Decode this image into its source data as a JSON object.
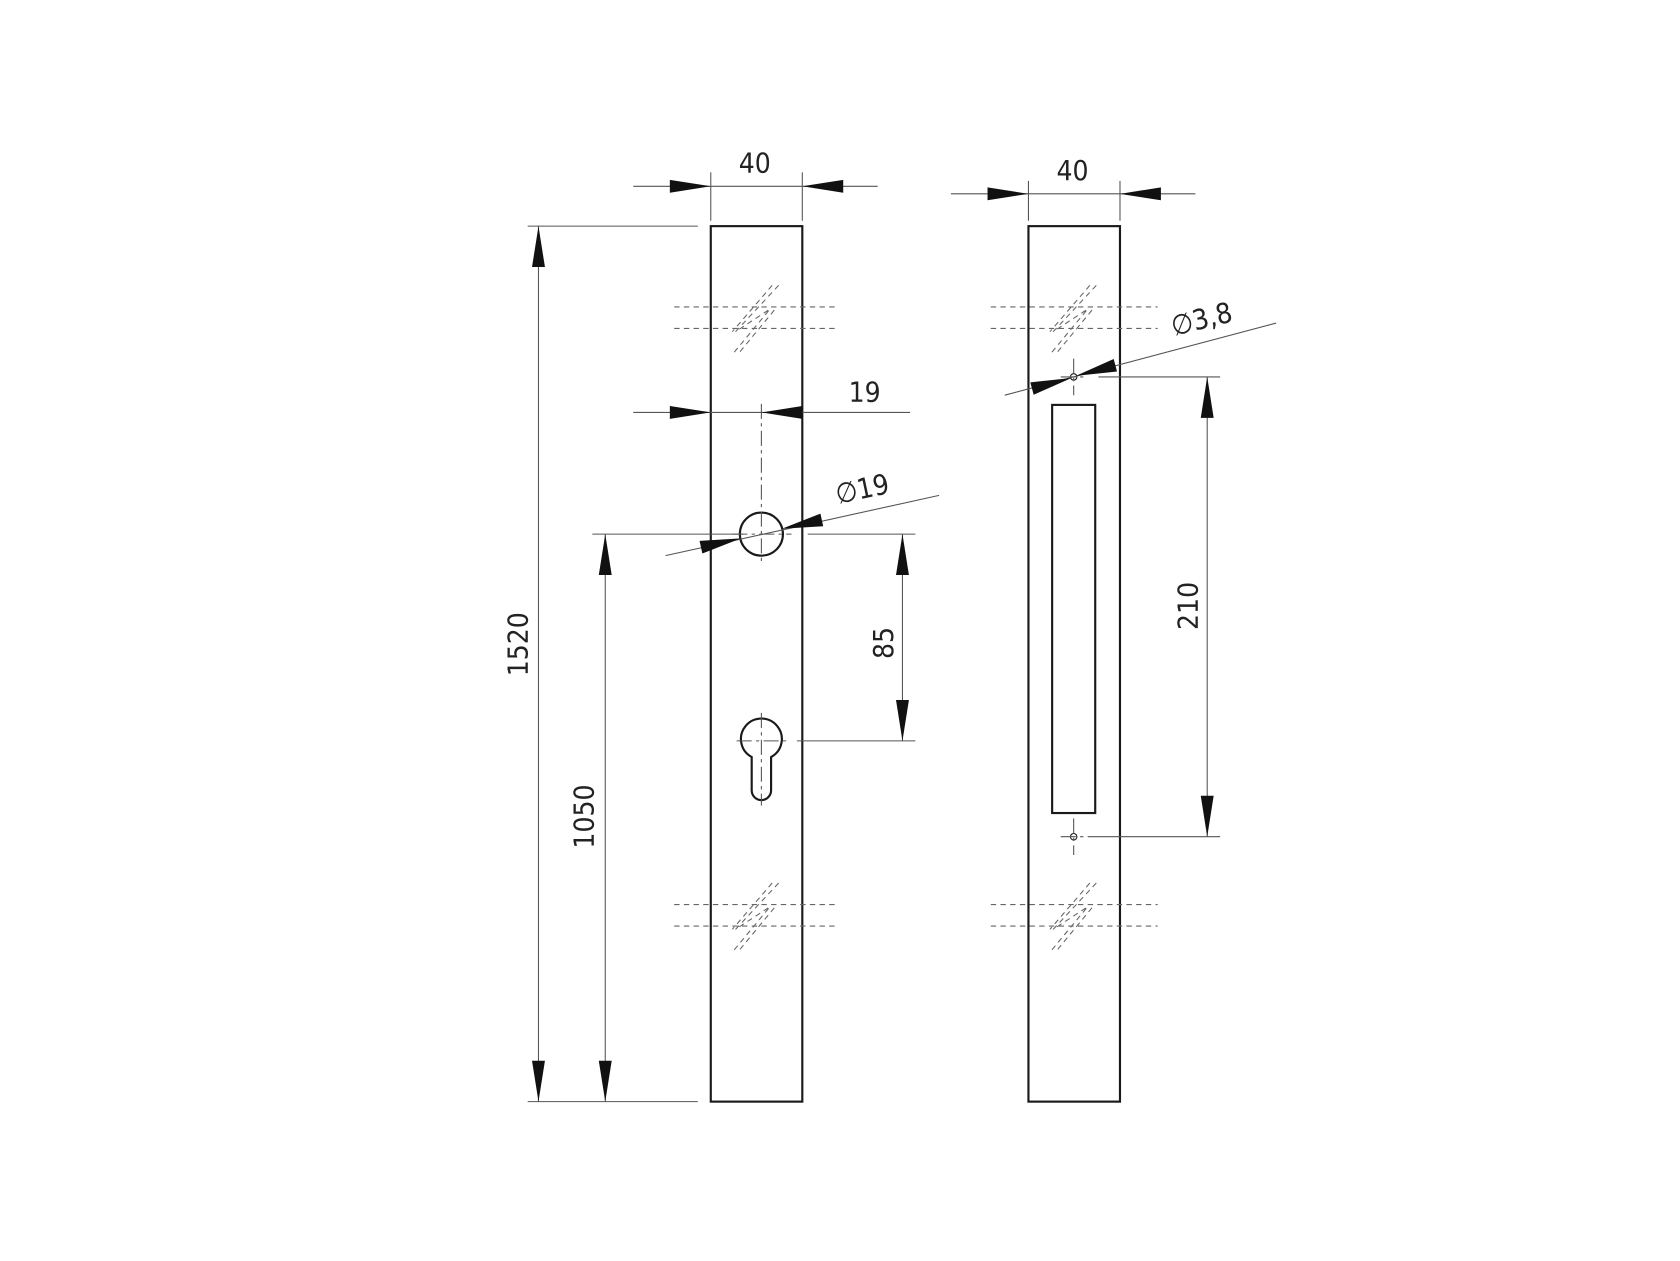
{
  "drawing": {
    "left_view": {
      "width_dim": "40",
      "total_height_dim": "1520",
      "handle_height_dim": "1050",
      "hole_offset_dim": "19",
      "hole_diameter_dim": "∅19",
      "cylinder_distance_dim": "85"
    },
    "right_view": {
      "width_dim": "40",
      "hole_diameter_dim": "∅3,8",
      "hole_spacing_dim": "210"
    }
  }
}
